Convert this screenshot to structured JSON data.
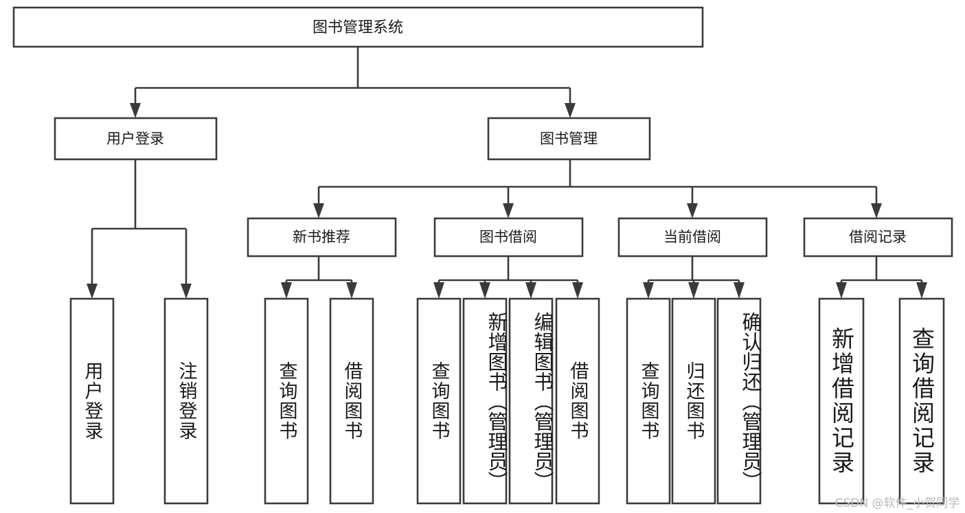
{
  "diagram": {
    "type": "tree",
    "title": "图书管理系统",
    "orientation": "top-down",
    "watermark": "CSDN @软件_小贺同学",
    "colors": {
      "box_stroke": "#3a3a3a",
      "box_fill": "#ffffff",
      "connector": "#3a3a3a",
      "text": "#1a1a1a",
      "watermark": "#b9b9b9",
      "background": "#ffffff"
    },
    "nodes": {
      "root": {
        "label": "图书管理系统"
      },
      "level2": [
        {
          "id": "user-login",
          "label": "用户登录"
        },
        {
          "id": "book-manage",
          "label": "图书管理"
        }
      ],
      "level3": [
        {
          "id": "new-book-recommend",
          "label": "新书推荐"
        },
        {
          "id": "book-borrow",
          "label": "图书借阅"
        },
        {
          "id": "current-borrow",
          "label": "当前借阅"
        },
        {
          "id": "borrow-record",
          "label": "借阅记录"
        }
      ],
      "leaves": {
        "user-login": [
          {
            "id": "leaf-user-login",
            "label": "用户登录"
          },
          {
            "id": "leaf-user-logout",
            "label": "注销登录"
          }
        ],
        "new-book-recommend": [
          {
            "id": "leaf-query-book-1",
            "label": "查询图书"
          },
          {
            "id": "leaf-borrow-book-1",
            "label": "借阅图书"
          }
        ],
        "book-borrow": [
          {
            "id": "leaf-query-book-2",
            "label": "查询图书"
          },
          {
            "id": "leaf-add-book",
            "label": "新增图书（管理员）"
          },
          {
            "id": "leaf-edit-book",
            "label": "编辑图书（管理员）"
          },
          {
            "id": "leaf-borrow-book-2",
            "label": "借阅图书"
          }
        ],
        "current-borrow": [
          {
            "id": "leaf-query-book-3",
            "label": "查询图书"
          },
          {
            "id": "leaf-return-book",
            "label": "归还图书"
          },
          {
            "id": "leaf-confirm-return",
            "label": "确认归还（管理员）"
          }
        ],
        "borrow-record": [
          {
            "id": "leaf-add-record",
            "label": "新增借阅记录"
          },
          {
            "id": "leaf-query-record",
            "label": "查询借阅记录"
          }
        ]
      }
    }
  }
}
